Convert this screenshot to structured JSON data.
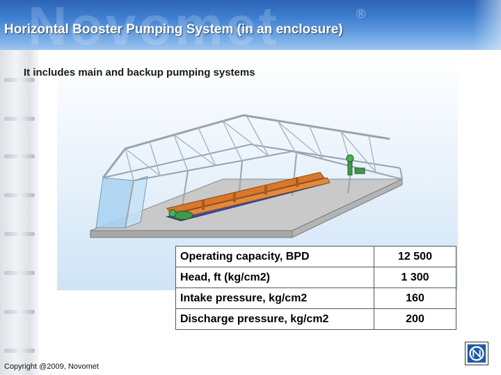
{
  "header": {
    "watermark": "Novomet",
    "title": "Horizontal Booster Pumping System (in an enclosure)"
  },
  "subtitle": "It includes main and backup pumping systems",
  "specs": [
    {
      "param": "Operating capacity, BPD",
      "value": "12 500"
    },
    {
      "param": "Head, ft (kg/cm2)",
      "value": "1 300"
    },
    {
      "param": "Intake pressure, kg/cm2",
      "value": "160"
    },
    {
      "param": "Discharge pressure, kg/cm2",
      "value": "200"
    }
  ],
  "footer": {
    "copyright": "Copyright @2009, Novomet"
  },
  "colors": {
    "header_blue": "#3f7fd0",
    "panel_blue": "#cfe3f6",
    "pump_orange": "#d9772c",
    "frame_grey": "#9aa3ad"
  },
  "icons": [
    "pump-enclosure-illustration",
    "novomet-logo-icon"
  ]
}
